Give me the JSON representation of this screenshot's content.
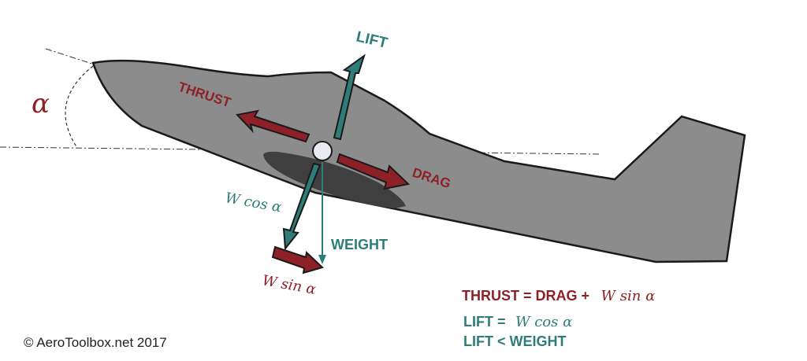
{
  "colors": {
    "thrust_drag": "#8e2128",
    "lift_weight": "#2e7d78",
    "fuselage": "#8c8c8c",
    "outline": "#1a1a1a",
    "wing": "#3f3f3f"
  },
  "labels": {
    "alpha": "α",
    "lift": "LIFT",
    "thrust": "THRUST",
    "drag": "DRAG",
    "weight": "WEIGHT",
    "w_cos": "W cos α",
    "w_sin": "W sin α"
  },
  "equations": {
    "thrust_eq_prefix": "THRUST = DRAG +",
    "thrust_eq_math": "W sin α",
    "lift_eq_prefix": "LIFT =",
    "lift_eq_math": "W cos α",
    "lift_weight_eq": "LIFT < WEIGHT"
  },
  "copyright": "© AeroToolbox.net 2017"
}
